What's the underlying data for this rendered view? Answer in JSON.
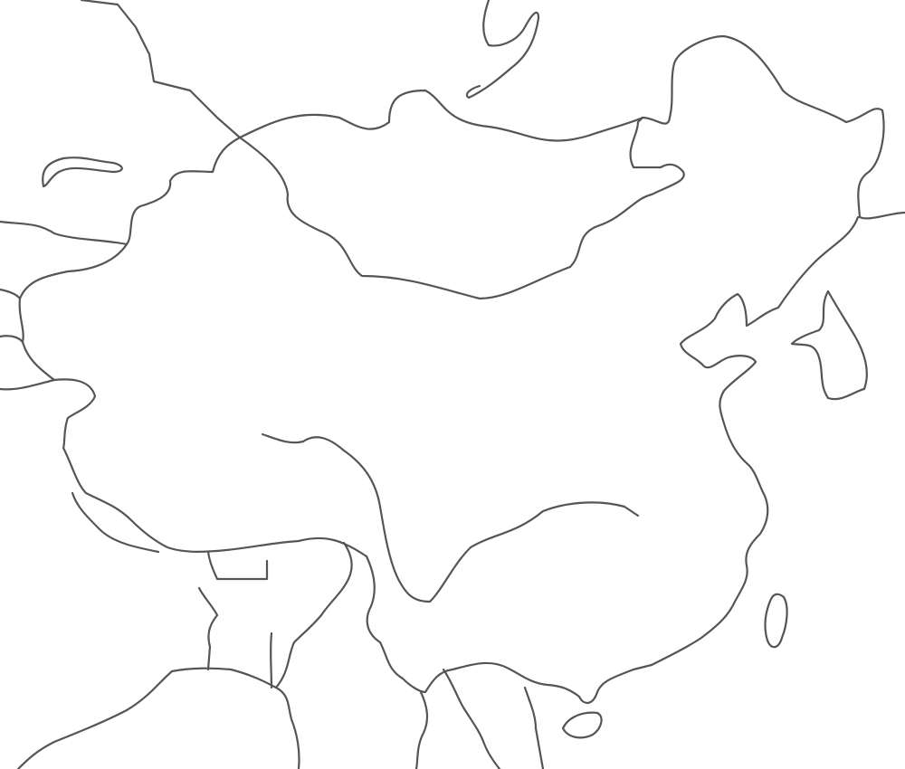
{
  "map": {
    "line_color": "#555555",
    "background_color": "#ffffff",
    "features": [
      "russia-kazakhstan-border",
      "russia-mongolia-border",
      "mongolia-china-border",
      "northeast-china-border",
      "china-korea-border",
      "korea-outline",
      "china-west-border",
      "central-asia-borders",
      "lake-balkhash",
      "lake-baikal",
      "tibet-internal-line",
      "south-china-border",
      "east-coastline",
      "taiwan",
      "hainan",
      "southeast-asia-borders",
      "south-asia-borders"
    ]
  }
}
